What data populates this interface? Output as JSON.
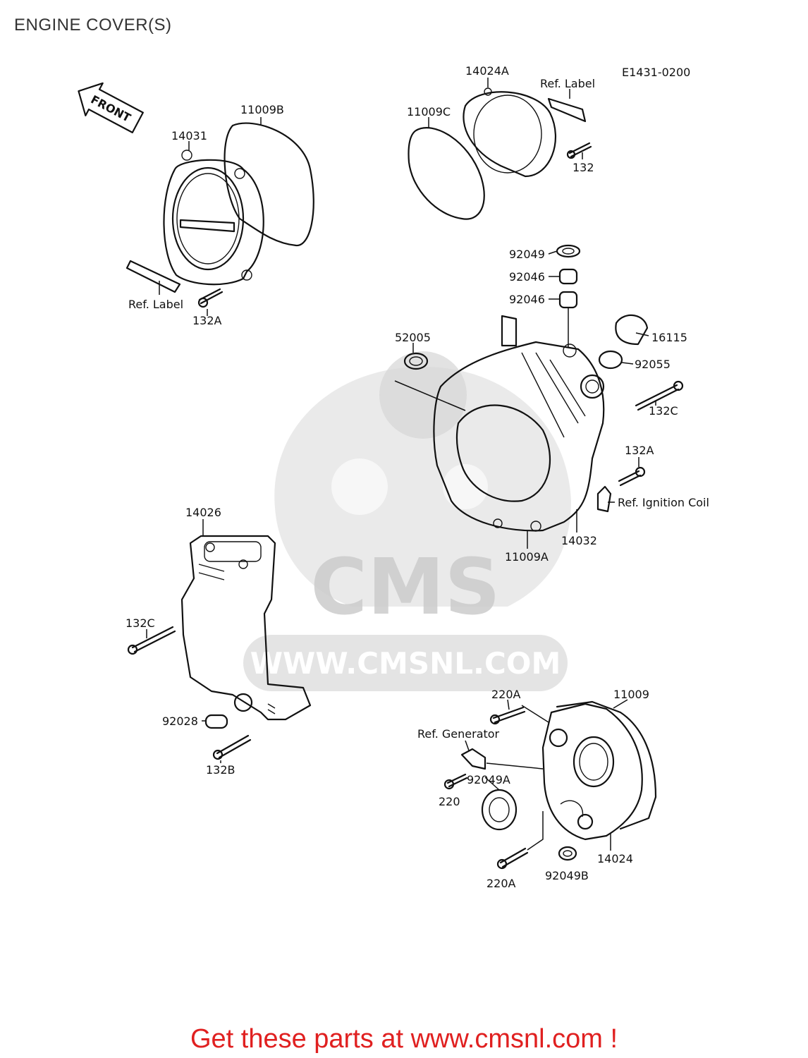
{
  "title": "ENGINE COVER(S)",
  "diagram_code": "E1431-0200",
  "front_arrow_text": "FRONT",
  "watermark": {
    "brand": "CMS",
    "url": "WWW.CMSNL.COM"
  },
  "footer": "Get these parts at www.cmsnl.com !",
  "labels": {
    "p14024A": "14024A",
    "refLabelTop": "Ref. Label",
    "p11009C": "11009C",
    "p132": "132",
    "p11009B": "11009B",
    "p14031": "14031",
    "refLabelLeft": "Ref. Label",
    "p132A_left": "132A",
    "p92049": "92049",
    "p92046a": "92046",
    "p92046b": "92046",
    "p52005": "52005",
    "p16115": "16115",
    "p92055": "92055",
    "p132C_right": "132C",
    "p132A_right": "132A",
    "refIgnition": "Ref. Ignition Coil",
    "p14032": "14032",
    "p11009A": "11009A",
    "p14026": "14026",
    "p132C_left": "132C",
    "p92028": "92028",
    "p132B": "132B",
    "p220A_top": "220A",
    "p11009": "11009",
    "refGenerator": "Ref. Generator",
    "p92049A": "92049A",
    "p220": "220",
    "p14024": "14024",
    "p220A_bottom": "220A",
    "p92049B": "92049B"
  }
}
